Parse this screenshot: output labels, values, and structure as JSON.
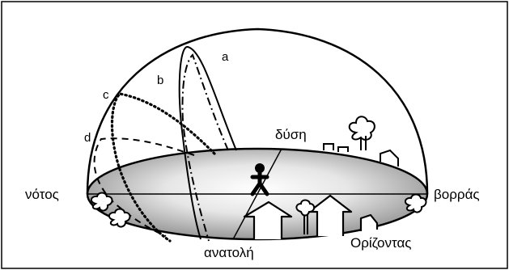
{
  "labels": {
    "south": "νότος",
    "north": "βορράς",
    "west": "δύση",
    "east": "ανατολή",
    "horizon": "Ορίζοντας",
    "path_a": "a",
    "path_b": "b",
    "path_c": "c",
    "path_d": "d"
  },
  "colors": {
    "ink": "#000000",
    "background": "#ffffff",
    "ground_light": "#ffffff",
    "ground_dark": "#8a8a8a"
  },
  "icons": [
    "observer-figure",
    "tree-icon",
    "house-icon",
    "bush-icon"
  ]
}
